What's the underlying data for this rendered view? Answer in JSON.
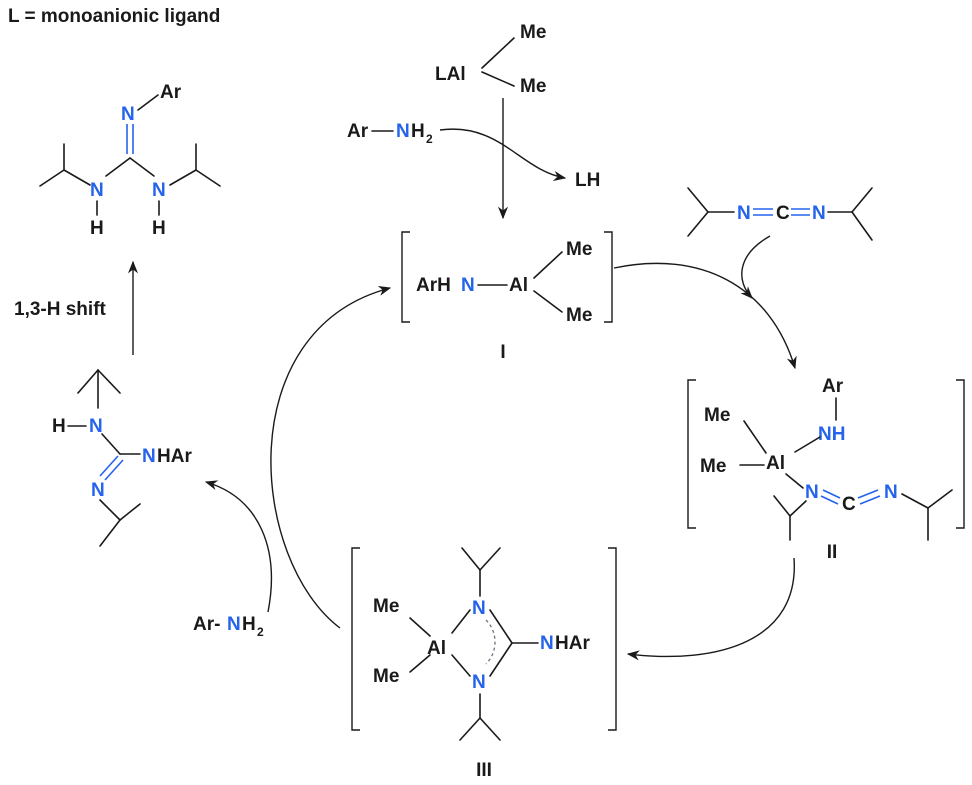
{
  "header": {
    "definition": "L = monoanionic ligand"
  },
  "reagents": {
    "precatalyst": {
      "metal": "LAl",
      "me1": "Me",
      "me2": "Me"
    },
    "amine_top": {
      "ar": "Ar",
      "n": "N",
      "h2": "H",
      "sub": "2"
    },
    "byproduct": "LH",
    "carbodiimide": {
      "n1": "N",
      "c": "C",
      "n2": "N"
    },
    "amine_left": {
      "ar": "Ar-",
      "n": "N",
      "h2": "H",
      "sub": "2"
    }
  },
  "intermediates": {
    "I": {
      "label": "I",
      "arh": "ArH",
      "n": "N",
      "al": "Al",
      "me1": "Me",
      "me2": "Me"
    },
    "II": {
      "label": "II",
      "ar": "Ar",
      "nh": "NH",
      "al": "Al",
      "me1": "Me",
      "me2": "Me",
      "n1": "N",
      "c": "C",
      "n2": "N"
    },
    "III": {
      "label": "III",
      "al": "Al",
      "me1": "Me",
      "me2": "Me",
      "n1": "N",
      "n2": "N",
      "nhar_n": "N",
      "nhar_rest": "HAr"
    }
  },
  "products": {
    "guanidine_tautomer": {
      "h": "H",
      "n1": "N",
      "nhar_n": "N",
      "nhar_rest": "HAr",
      "n2": "N"
    },
    "guanidine_final": {
      "n_top": "N",
      "ar": "Ar",
      "n1": "N",
      "n2": "N",
      "h1": "H",
      "h2": "H"
    }
  },
  "steps": {
    "shift_label": "1,3-H shift"
  },
  "colors": {
    "text": "#1a1a1a",
    "nitrogen": "#2563eb",
    "background": "#ffffff"
  }
}
